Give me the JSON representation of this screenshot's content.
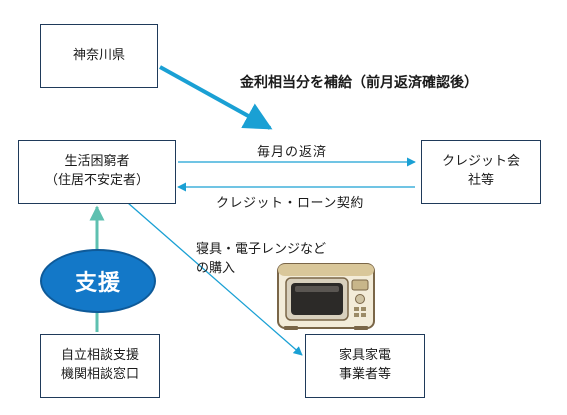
{
  "nodes": {
    "kanagawa": {
      "lines": [
        "神奈川県"
      ]
    },
    "needy": {
      "lines": [
        "生活困窮者",
        "（住居不安定者）"
      ]
    },
    "credit": {
      "lines": [
        "クレジット会",
        "社等"
      ]
    },
    "consult": {
      "lines": [
        "自立相談支援",
        "機関相談窓口"
      ]
    },
    "furniture": {
      "lines": [
        "家具家電",
        "事業者等"
      ]
    }
  },
  "labels": {
    "subsidy": "金利相当分を補給（前月返済確認後）",
    "monthly_repayment": "毎月の返済",
    "credit_contract": "クレジット・ローン契約",
    "purchase_line1": "寝具・電子レンジなど",
    "purchase_line2": "の購入"
  },
  "support_badge": "支援",
  "colors": {
    "arrow_blue": "#1aa0d4",
    "support_fill": "#1378c8",
    "box_border": "#1f3a5a"
  },
  "icons": [
    "microwave-illustration"
  ]
}
